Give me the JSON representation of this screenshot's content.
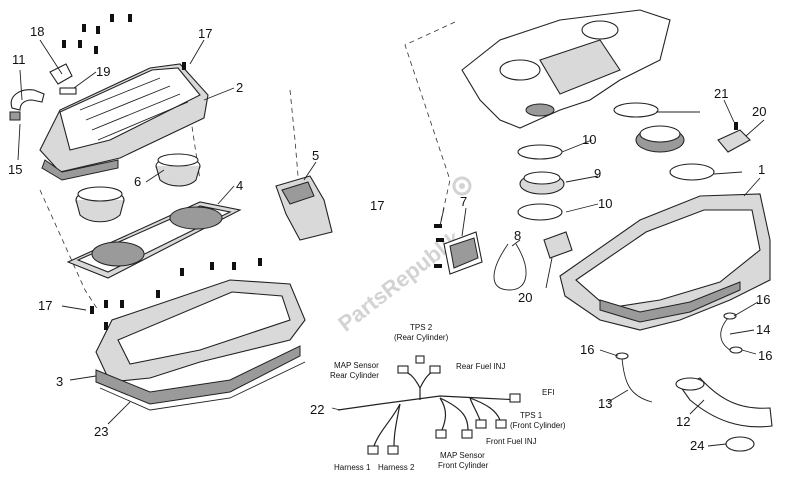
{
  "parts": {
    "p1": "1",
    "p2": "2",
    "p3": "3",
    "p4": "4",
    "p5": "5",
    "p6": "6",
    "p7": "7",
    "p8": "8",
    "p9": "9",
    "p10a": "10",
    "p10b": "10",
    "p11": "11",
    "p12": "12",
    "p13": "13",
    "p14": "14",
    "p15": "15",
    "p16a": "16",
    "p16b": "16",
    "p16c": "16",
    "p17a": "17",
    "p17b": "17",
    "p17c": "17",
    "p18": "18",
    "p19": "19",
    "p20a": "20",
    "p20b": "20",
    "p21": "21",
    "p22": "22",
    "p23": "23",
    "p24": "24"
  },
  "harness_labels": {
    "tps2_line1": "TPS 2",
    "tps2_line2": "(Rear Cylinder)",
    "map_rear_line1": "MAP Sensor",
    "map_rear_line2": "Rear Cylinder",
    "rear_fuel_inj": "Rear Fuel INJ",
    "efi": "EFI",
    "tps1_line1": "TPS 1",
    "tps1_line2": "(Front Cylinder)",
    "front_fuel_inj": "Front Fuel INJ",
    "map_front_line1": "MAP Sensor",
    "map_front_line2": "Front Cylinder",
    "harness1": "Harness 1",
    "harness2": "Harness 2"
  },
  "watermark": "PartsRepublik"
}
